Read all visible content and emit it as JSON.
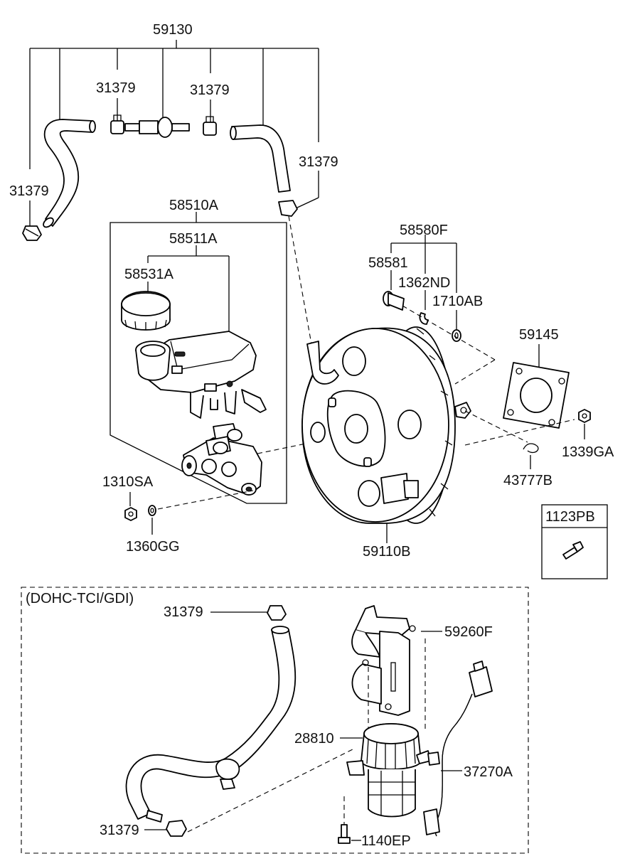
{
  "section_label": "(DOHC-TCI/GDI)",
  "callouts": {
    "hose_assy_top": "59130",
    "clamp_top_left": "31379",
    "clamp_top_mid_left": "31379",
    "clamp_top_mid_right": "31379",
    "clamp_top_right": "31379",
    "master_cyl_assy": "58510A",
    "reservoir": "58511A",
    "reservoir_cap": "58531A",
    "nut_1310": "1310SA",
    "washer_1360": "1360GG",
    "pin_kit": "58580F",
    "pin": "58581",
    "clip_1362": "1362ND",
    "ring_1710": "1710AB",
    "gasket": "59145",
    "nut_1339": "1339GA",
    "clip_43777": "43777B",
    "booster": "59110B",
    "bolt_box": "1123PB",
    "clamp_lower_top": "31379",
    "clamp_lower_bottom": "31379",
    "bracket": "59260F",
    "vacuum_pump": "28810",
    "harness": "37270A",
    "bolt_1140": "1140EP"
  },
  "colors": {
    "line": "#000000",
    "background": "#ffffff",
    "fill_light": "#f2f2f2"
  }
}
